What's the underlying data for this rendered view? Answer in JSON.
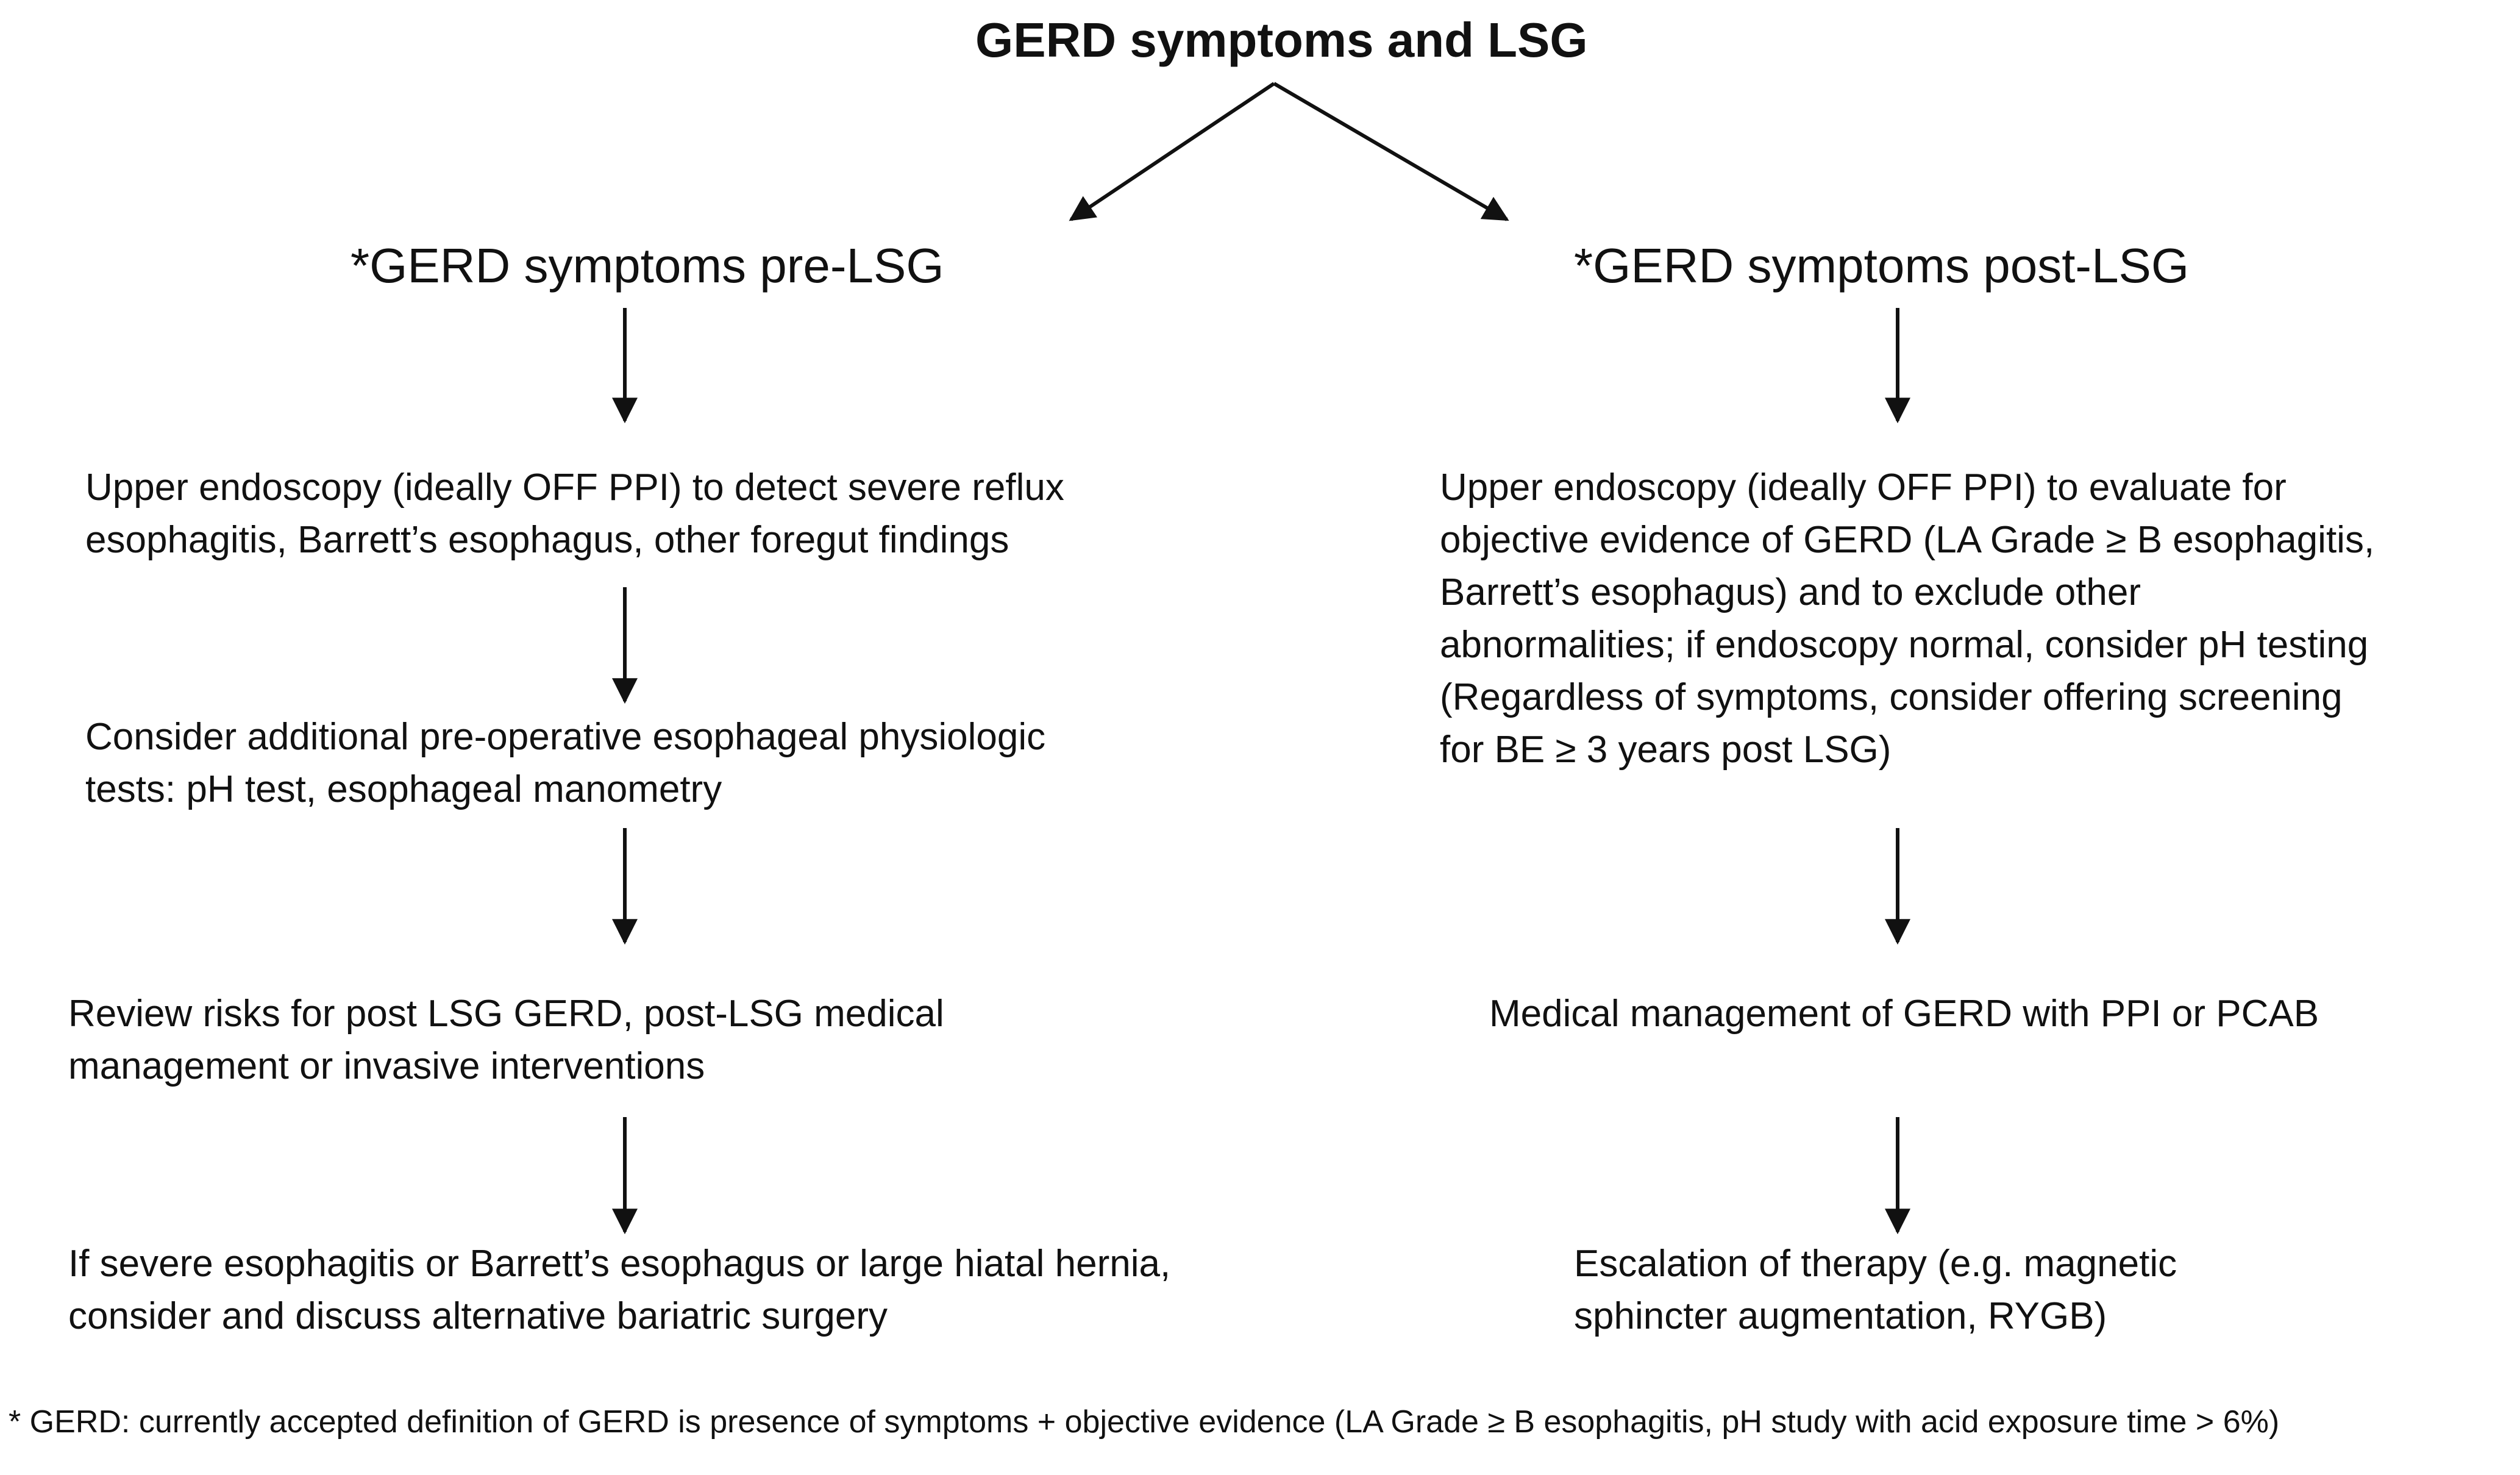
{
  "title": "GERD symptoms and LSG",
  "pre": {
    "heading": "*GERD symptoms pre-LSG",
    "steps": [
      {
        "lines": [
          "Upper endoscopy (ideally OFF PPI) to detect severe reflux",
          "esophagitis, Barrett’s esophagus, other foregut findings"
        ]
      },
      {
        "lines": [
          "Consider additional pre-operative esophageal physiologic",
          "tests: pH test, esophageal manometry"
        ]
      },
      {
        "lines": [
          "Review risks for post LSG GERD,  post-LSG medical",
          "management or invasive interventions"
        ]
      },
      {
        "lines": [
          "If severe esophagitis or Barrett’s esophagus or large hiatal hernia,",
          "consider and discuss alternative bariatric surgery"
        ]
      }
    ]
  },
  "post": {
    "heading": "*GERD  symptoms post-LSG",
    "steps": [
      {
        "lines": [
          "Upper endoscopy (ideally OFF PPI) to evaluate for",
          "objective evidence of GERD (LA Grade ≥ B esophagitis,",
          "Barrett’s esophagus) and to exclude other",
          "abnormalities; if endoscopy normal, consider pH testing",
          "(Regardless of symptoms, consider offering screening",
          "for BE ≥ 3 years post LSG)"
        ]
      },
      {
        "lines": [
          "Medical management of GERD  with PPI or PCAB"
        ]
      },
      {
        "lines": [
          "Escalation of therapy (e.g. magnetic",
          "sphincter augmentation, RYGB)"
        ]
      }
    ]
  },
  "footnote": "* GERD: currently accepted definition of GERD is presence of symptoms + objective evidence (LA Grade ≥ B esophagitis, pH study with acid exposure time > 6%)",
  "colors": {
    "text": "#111111",
    "arrow": "#111111",
    "background": "#ffffff"
  }
}
